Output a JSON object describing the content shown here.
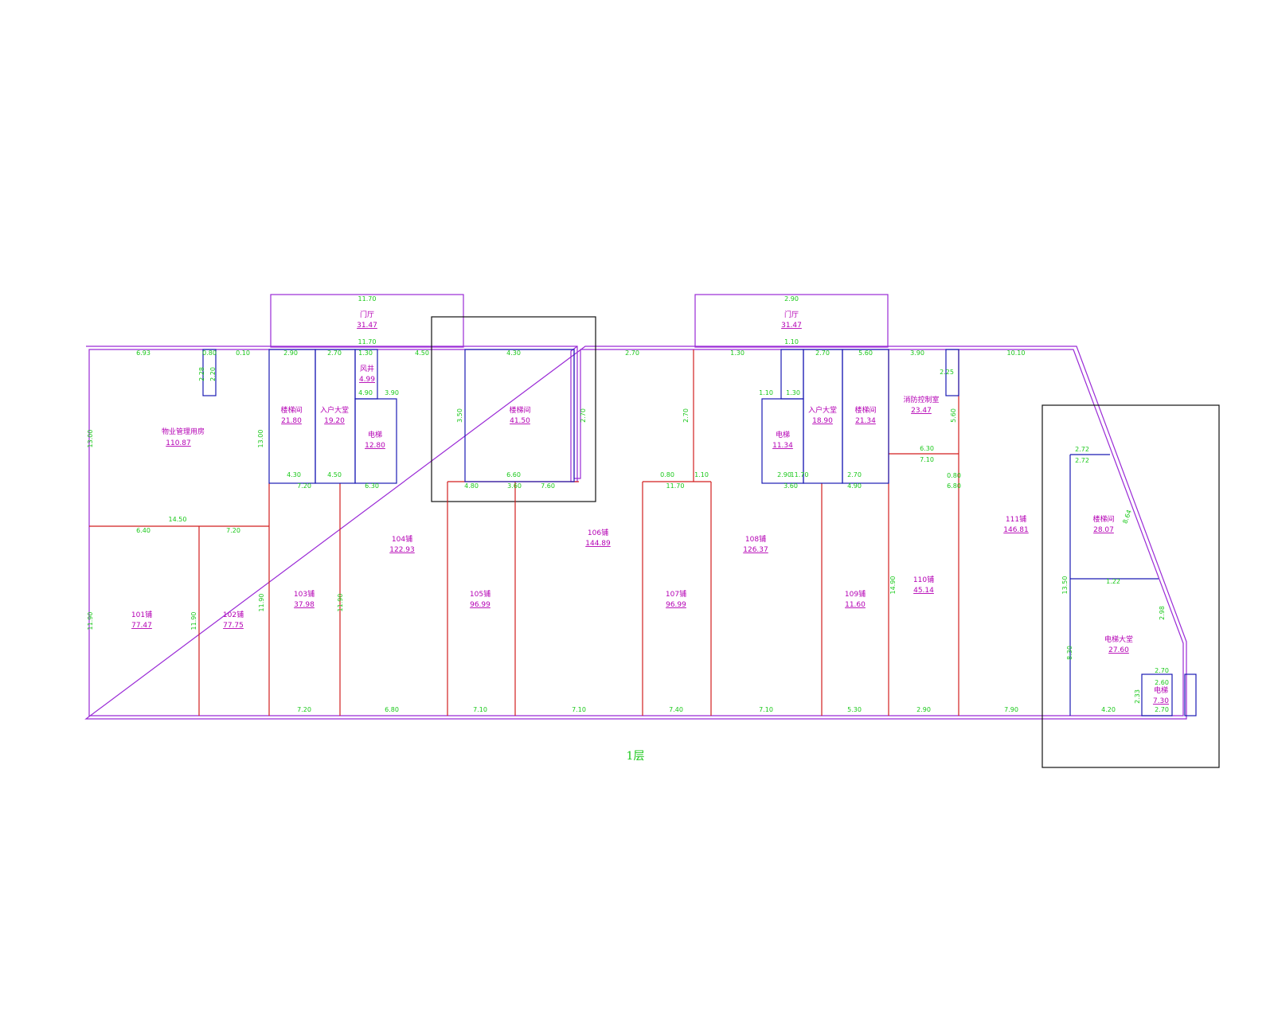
{
  "floor_label": "1层",
  "colors": {
    "outline": "#9a2ad6",
    "room_wall": "#1a1ab4",
    "shop_wall": "#d21e1e",
    "dimension": "#19c819",
    "room_text": "#b400b4",
    "frame": "#111111"
  },
  "rooms": [
    {
      "id": "r-office",
      "name": "物业管理用房",
      "area": "110.87"
    },
    {
      "id": "r-101",
      "name": "101铺",
      "area": "77.47"
    },
    {
      "id": "r-102",
      "name": "102铺",
      "area": "77.75"
    },
    {
      "id": "r-103",
      "name": "103铺",
      "area": "37.98"
    },
    {
      "id": "r-104",
      "name": "104铺",
      "area": "122.93"
    },
    {
      "id": "r-105",
      "name": "105铺",
      "area": "96.99"
    },
    {
      "id": "r-106",
      "name": "106铺",
      "area": "144.89"
    },
    {
      "id": "r-107",
      "name": "107铺",
      "area": "96.99"
    },
    {
      "id": "r-108",
      "name": "108铺",
      "area": "126.37"
    },
    {
      "id": "r-109",
      "name": "109铺",
      "area": "11.60"
    },
    {
      "id": "r-110",
      "name": "110铺",
      "area": "45.14"
    },
    {
      "id": "r-111",
      "name": "111铺",
      "area": "146.81"
    },
    {
      "id": "r-stair1",
      "name": "楼梯间",
      "area": "21.80"
    },
    {
      "id": "r-hall1",
      "name": "入户大堂",
      "area": "19.20"
    },
    {
      "id": "r-lift1",
      "name": "电梯",
      "area": "12.80"
    },
    {
      "id": "r-bath1",
      "name": "风井",
      "area": "4.99"
    },
    {
      "id": "r-stair2",
      "name": "楼梯间",
      "area": "41.50"
    },
    {
      "id": "r-lift2",
      "name": "电梯",
      "area": "11.34"
    },
    {
      "id": "r-hall2",
      "name": "入户大堂",
      "area": "18.90"
    },
    {
      "id": "r-stair3",
      "name": "楼梯间",
      "area": "21.34"
    },
    {
      "id": "r-fire",
      "name": "消防控制室",
      "area": "23.47"
    },
    {
      "id": "r-stair4",
      "name": "楼梯间",
      "area": "28.07"
    },
    {
      "id": "r-hall3",
      "name": "电梯大堂",
      "area": "27.60"
    },
    {
      "id": "r-lift3",
      "name": "电梯",
      "area": "7.30"
    },
    {
      "id": "r-trans1",
      "name": "门厅",
      "area": "31.47"
    },
    {
      "id": "r-trans2",
      "name": "门厅",
      "area": "31.47"
    }
  ],
  "dimensions": [
    "6.93",
    "0.80",
    "0.10",
    "2.90",
    "2.70",
    "1.30",
    "11.70",
    "4.50",
    "11.70",
    "4.30",
    "2.70",
    "1.30",
    "2.90",
    "1.10",
    "2.70",
    "5.60",
    "13.00",
    "13.00",
    "3.50",
    "2.70",
    "2.70",
    "5.60",
    "1.10",
    "1.30",
    "4.90",
    "3.90",
    "3.90",
    "10.10",
    "6.30",
    "7.10",
    "6.60",
    "7.60",
    "0.80",
    "1.10",
    "4.80",
    "3.60",
    "3.60",
    "4.90",
    "11.70",
    "11.70",
    "4.30",
    "4.50",
    "6.30",
    "2.70",
    "2.90",
    "6.80",
    "0.80",
    "2.25",
    "2.28",
    "2.20",
    "14.50",
    "6.40",
    "7.20",
    "11.90",
    "11.90",
    "11.90",
    "11.90",
    "7.20",
    "7.20",
    "6.80",
    "7.10",
    "7.10",
    "7.40",
    "7.10",
    "5.30",
    "2.90",
    "14.90",
    "2.72",
    "2.72",
    "7.90",
    "4.20",
    "8.30",
    "1.22",
    "2.70",
    "2.70",
    "2.33",
    "2.60",
    "2.98",
    "13.50",
    "8.64"
  ]
}
